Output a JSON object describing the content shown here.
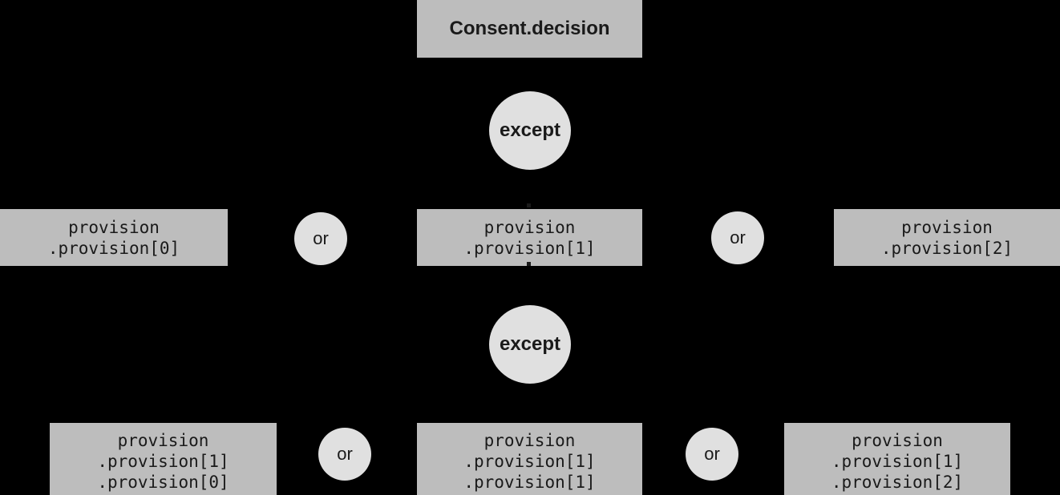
{
  "colors": {
    "background": "#000000",
    "node_box": "#bdbdbd",
    "operator_circle": "#e0e0e0",
    "text": "#1a1a1a"
  },
  "root": {
    "label": "Consent.decision"
  },
  "level1": {
    "operator": "except",
    "or_left": "or",
    "or_right": "or",
    "boxes": [
      {
        "label": "provision\n.provision[0]"
      },
      {
        "label": "provision\n.provision[1]"
      },
      {
        "label": "provision\n.provision[2]"
      }
    ]
  },
  "level2": {
    "operator": "except",
    "or_left": "or",
    "or_right": "or",
    "boxes": [
      {
        "label": "provision\n.provision[1]\n.provision[0]"
      },
      {
        "label": "provision\n.provision[1]\n.provision[1]"
      },
      {
        "label": "provision\n.provision[1]\n.provision[2]"
      }
    ]
  }
}
